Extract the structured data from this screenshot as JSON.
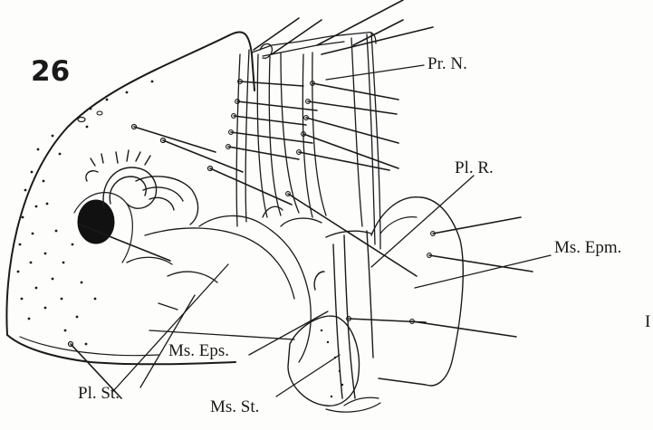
{
  "figure_number": "26",
  "labels": {
    "pronotum": "Pr. N.",
    "pleural_ridge": "Pl. R.",
    "mesepimeron": "Ms. Epm.",
    "mesepisternum": "Ms. Eps.",
    "pleural_sternite": "Pl. St.",
    "mesosternum": "Ms. St.",
    "edge_fragment": "I"
  },
  "colors": {
    "ink": "#1a1a1a",
    "paper": "#fdfdfc"
  }
}
